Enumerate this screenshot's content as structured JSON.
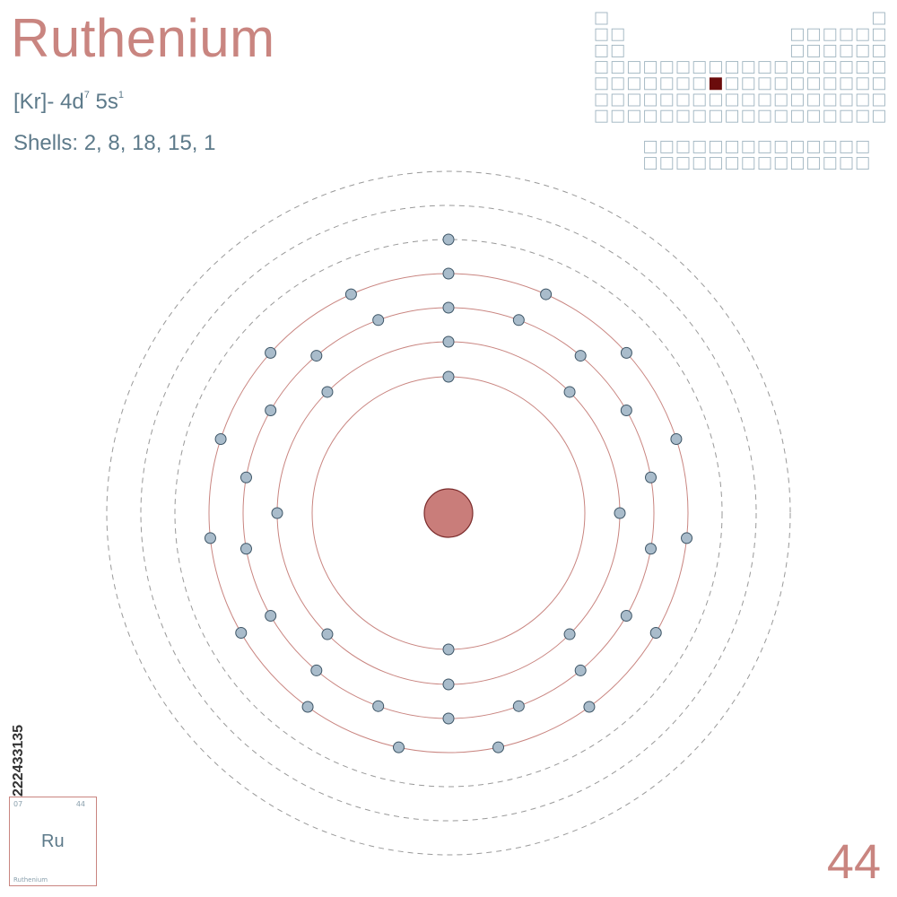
{
  "element": {
    "name": "Ruthenium",
    "symbol": "Ru",
    "atomic_number": "44",
    "mass_fragment": "07",
    "tile_name": "Ruthenium",
    "config_prefix": "[Kr]- 4d",
    "config_d_exp": "7",
    "config_s": " 5s",
    "config_s_exp": "1",
    "shells_text": "Shells: 2, 8, 18, 15, 1",
    "shells": [
      2,
      8,
      18,
      15,
      1
    ]
  },
  "watermark_id": "222433135",
  "colors": {
    "accent": "#c98580",
    "text": "#5d7a8a",
    "nucleus": "#c97d7a",
    "electron": "#a9bccb",
    "highlight": "#6b0c0c",
    "grid": "#9eb3bf"
  },
  "periodic_table": {
    "highlight_row": 5,
    "highlight_col": 8
  }
}
